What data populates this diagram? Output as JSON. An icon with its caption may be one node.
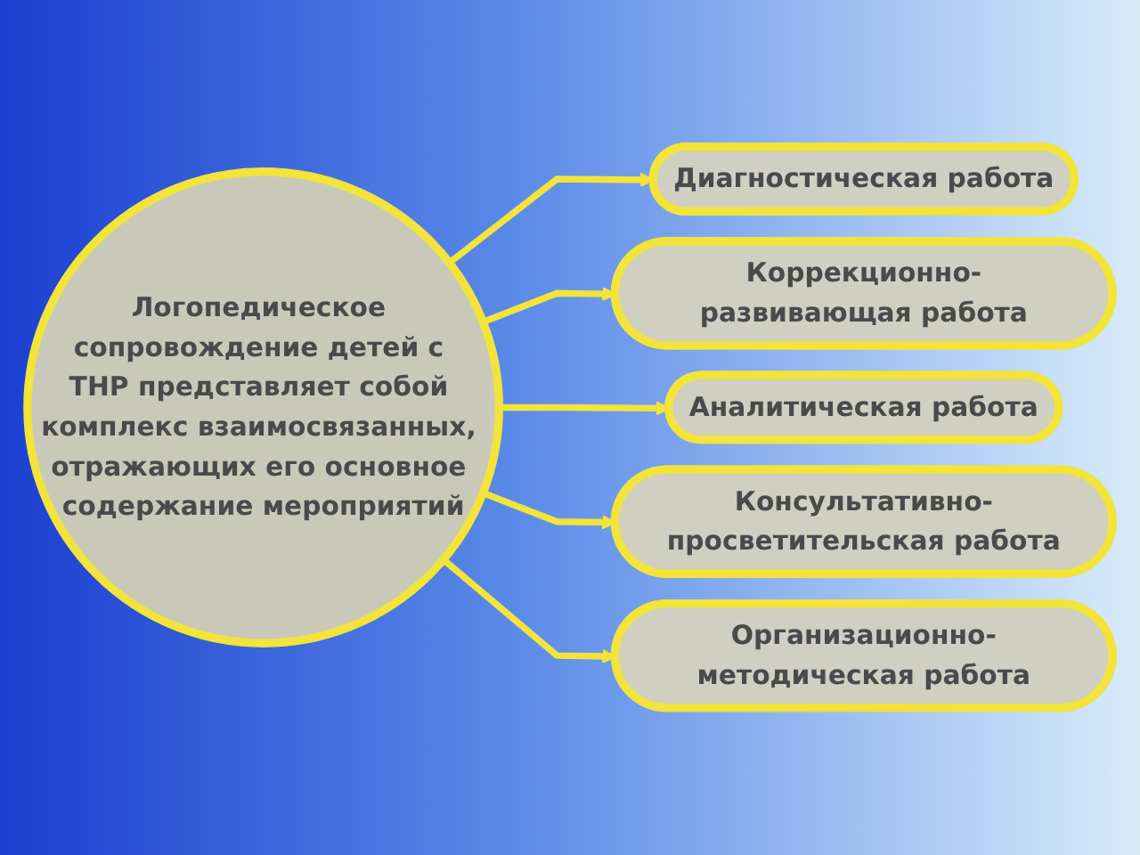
{
  "diagram": {
    "nodes": [
      {
        "text": [
          "Логопедическое сопровождение детей с ТНР представляет собой комплекс взаимосвязанных, отражающих его основное содержание мероприятий"
        ]
      },
      {
        "text": [
          "Диагностическая работа"
        ]
      },
      {
        "text": [
          "Коррекционно-развивающая работа"
        ]
      },
      {
        "text": [
          "Аналитическая работа"
        ]
      },
      {
        "text": [
          "Консультативно-просветительская работа"
        ]
      },
      {
        "text": [
          "Организационно-методическая работа"
        ]
      }
    ],
    "edges": [
      {
        "from": 0,
        "to": 1,
        "arrow": "to"
      },
      {
        "from": 0,
        "to": 2,
        "arrow": "to"
      },
      {
        "from": 0,
        "to": 3,
        "arrow": "to"
      },
      {
        "from": 0,
        "to": 4,
        "arrow": "to"
      },
      {
        "from": 0,
        "to": 5,
        "arrow": "to"
      }
    ]
  }
}
